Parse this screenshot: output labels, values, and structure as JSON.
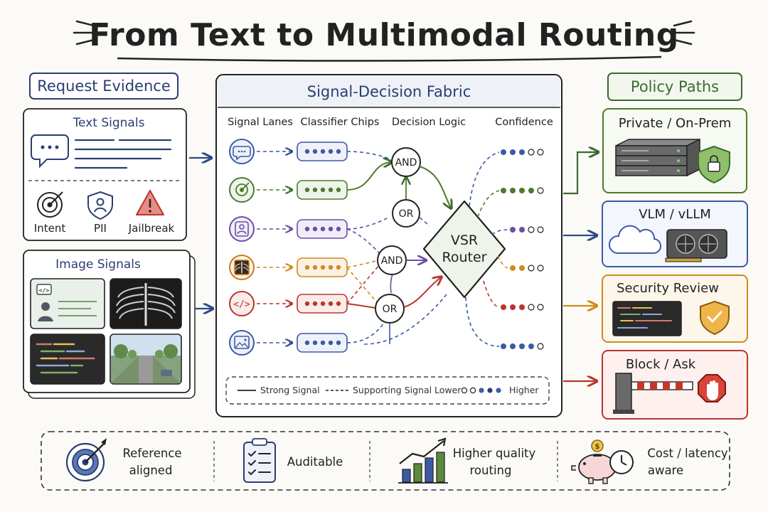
{
  "title": "From Text to Multimodal Routing",
  "evidence": {
    "header": "Request Evidence",
    "text_signals": {
      "title": "Text Signals",
      "items": [
        {
          "label": "Intent",
          "icon": "target-icon"
        },
        {
          "label": "PII",
          "icon": "id-badge-icon"
        },
        {
          "label": "Jailbreak",
          "icon": "warning-icon"
        }
      ]
    },
    "image_signals": {
      "title": "Image Signals",
      "thumbnails": [
        "id-card-icon",
        "xray-icon",
        "code-screen-icon",
        "street-photo-icon"
      ]
    }
  },
  "fabric": {
    "header": "Signal-Decision Fabric",
    "columns": [
      "Signal Lanes",
      "Classifier Chips",
      "Decision Logic",
      "Confidence"
    ],
    "lanes": [
      {
        "icon": "chat-icon",
        "color": "#3c5aa6"
      },
      {
        "icon": "target-icon",
        "color": "#4f7a2e"
      },
      {
        "icon": "person-badge-icon",
        "color": "#6a4fa3"
      },
      {
        "icon": "xray-icon",
        "color": "#c97a1e"
      },
      {
        "icon": "code-icon",
        "color": "#b8362e"
      },
      {
        "icon": "image-icon",
        "color": "#3c5aa6"
      }
    ],
    "gates": [
      "AND",
      "OR",
      "AND",
      "OR"
    ],
    "router": [
      "VSR",
      "Router"
    ],
    "legend": {
      "strong": "Strong Signal",
      "supporting": "Supporting Signal",
      "lower": "Lower",
      "higher": "Higher"
    }
  },
  "policy": {
    "header": "Policy Paths",
    "paths": [
      {
        "label": "Private / On-Prem",
        "color": "#4f7a2e",
        "icon": "server-lock-icon"
      },
      {
        "label": "VLM / vLLM",
        "color": "#3c5aa6",
        "icon": "cloud-gpu-icon"
      },
      {
        "label": "Security Review",
        "color": "#d08a1e",
        "icon": "code-shield-icon"
      },
      {
        "label": "Block / Ask",
        "color": "#b8362e",
        "icon": "barrier-stop-icon"
      }
    ]
  },
  "benefits": [
    {
      "line1": "Reference",
      "line2": "aligned",
      "icon": "target-arrow-icon"
    },
    {
      "line1": "Auditable",
      "line2": "",
      "icon": "checklist-icon"
    },
    {
      "line1": "Higher quality",
      "line2": "routing",
      "icon": "growth-chart-icon"
    },
    {
      "line1": "Cost / latency",
      "line2": "aware",
      "icon": "piggy-clock-icon"
    }
  ]
}
